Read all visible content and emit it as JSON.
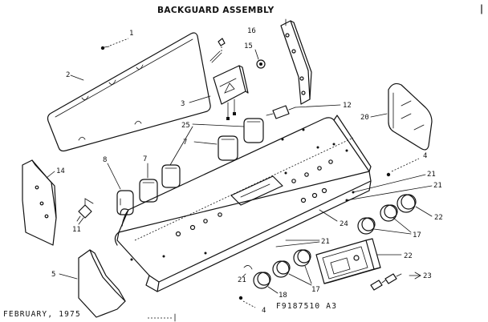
{
  "title": "BACKGUARD ASSEMBLY",
  "footer": {
    "date": "FEBRUARY, 1975",
    "part_code": "F9187510 A3"
  },
  "callouts": {
    "n1": "1",
    "n2": "2",
    "n3": "3",
    "n4a": "4",
    "n4b": "4",
    "n5": "5",
    "n7a": "7",
    "n7b": "7",
    "n8": "8",
    "n11": "11",
    "n12": "12",
    "n14": "14",
    "n15": "15",
    "n16": "16",
    "n17a": "17",
    "n17b": "17",
    "n18": "18",
    "n20": "20",
    "n21a": "21",
    "n21b": "21",
    "n21c": "21",
    "n21d": "21",
    "n22a": "22",
    "n22b": "22",
    "n23": "23",
    "n24": "24",
    "n25": "25"
  }
}
